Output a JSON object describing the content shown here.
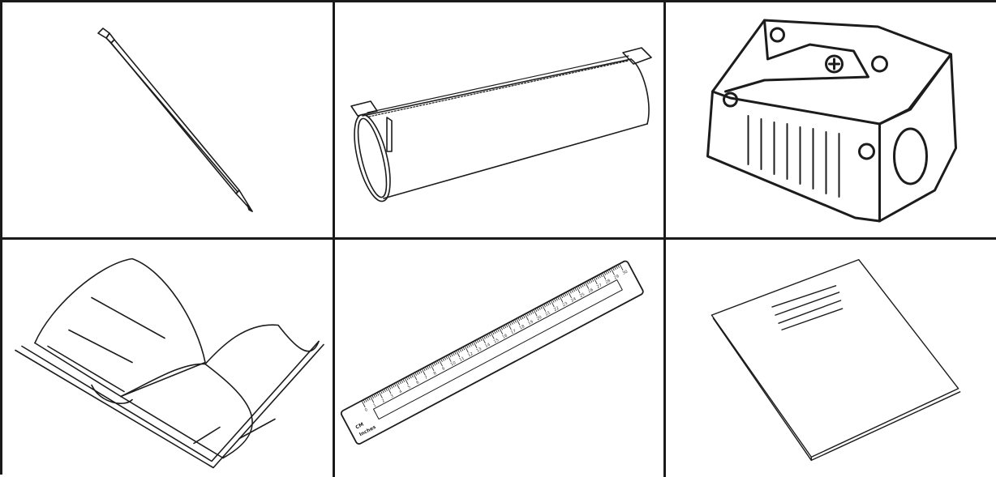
{
  "items": [
    {
      "name": "pencil"
    },
    {
      "name": "pencil case"
    },
    {
      "name": "pencil sharpener"
    },
    {
      "name": "book"
    },
    {
      "name": "ruler",
      "unit_labels": [
        "CM",
        "Inches"
      ],
      "cm_ticks": [
        "0",
        "1",
        "2",
        "3",
        "4",
        "5",
        "6",
        "7",
        "8",
        "9",
        "10",
        "11",
        "12",
        "13",
        "14",
        "15",
        "16",
        "17",
        "18",
        "19",
        "20",
        "21",
        "22",
        "23",
        "24",
        "25",
        "26",
        "27",
        "28",
        "29",
        "30"
      ]
    },
    {
      "name": "notebook"
    }
  ],
  "colors": {
    "ink": "#1c1c1c",
    "background": "#ffffff",
    "grid": "#1a1a1a"
  }
}
